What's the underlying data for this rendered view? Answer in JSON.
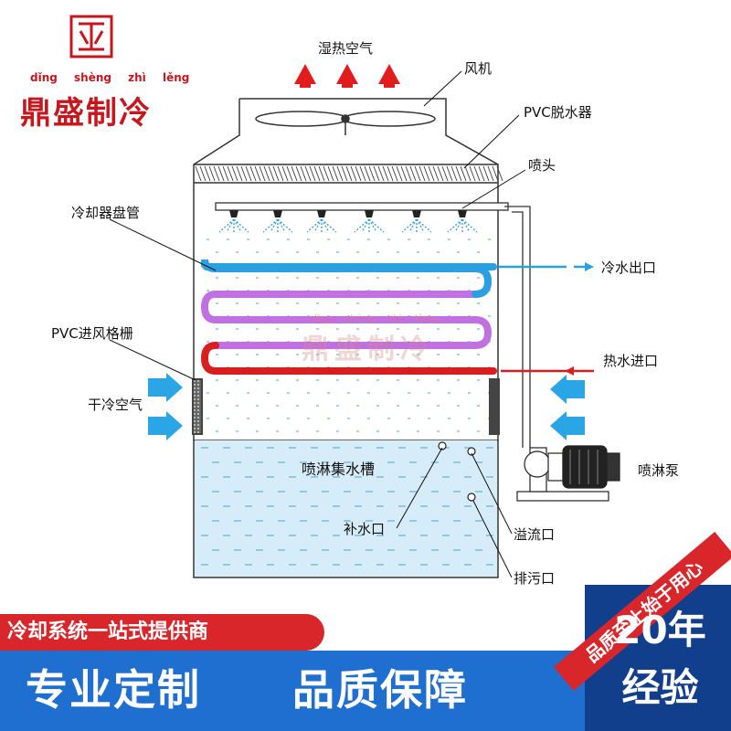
{
  "brand": {
    "pinyin": "dǐng shèng zhì lěng",
    "name": "鼎盛制冷",
    "color": "#c8161d"
  },
  "labels": {
    "humid_air": "湿热空气",
    "fan": "风机",
    "pvc_eliminator": "PVC脱水器",
    "nozzle": "喷头",
    "cooler_coil": "冷却器盘管",
    "cold_water_outlet": "冷水出口",
    "pvc_inlet_grille": "PVC进风格栅",
    "hot_water_inlet": "热水进口",
    "dry_cold_air": "干冷空气",
    "spray_basin": "喷淋集水槽",
    "spray_pump": "喷淋泵",
    "makeup_water": "补水口",
    "overflow": "溢流口",
    "drain": "排污口"
  },
  "banner": {
    "tagline": "冷却系统一站式提供商",
    "main_left": "专业定制",
    "main_right": "品质保障",
    "slogan": "品质至上始于用心",
    "years": "20年",
    "experience": "经验"
  },
  "colors": {
    "hot": "#e02020",
    "cold": "#2aa0e0",
    "coil_purple": "#c070e0",
    "air_arrow": "#2aa6e6",
    "banner_blue": "#1f6fd0",
    "banner_red": "#d8262b",
    "banner_dark": "#123f8c"
  }
}
